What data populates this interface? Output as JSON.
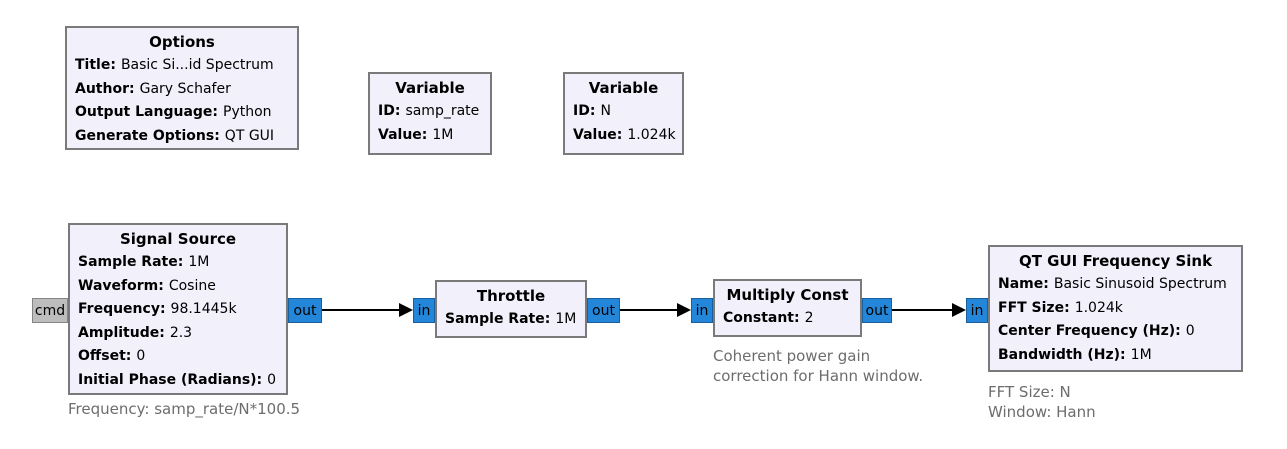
{
  "colors": {
    "canvas_bg": "#ffffff",
    "block_fill": "#f2f0fb",
    "block_border": "#7a7a7a",
    "stream_port_fill": "#2386d8",
    "stream_port_border": "#185f9e",
    "message_port_fill": "#bdbdbd",
    "message_port_border": "#858585",
    "wire_color": "#000000",
    "comment_text": "#6d6d6d"
  },
  "blocks": {
    "options": {
      "title": "Options",
      "params": [
        {
          "label": "Title:",
          "value": "Basic Si...id Spectrum"
        },
        {
          "label": "Author:",
          "value": "Gary Schafer"
        },
        {
          "label": "Output Language:",
          "value": "Python"
        },
        {
          "label": "Generate Options:",
          "value": "QT GUI"
        }
      ]
    },
    "var_samp_rate": {
      "title": "Variable",
      "params": [
        {
          "label": "ID:",
          "value": "samp_rate"
        },
        {
          "label": "Value:",
          "value": "1M"
        }
      ]
    },
    "var_n": {
      "title": "Variable",
      "params": [
        {
          "label": "ID:",
          "value": "N"
        },
        {
          "label": "Value:",
          "value": "1.024k"
        }
      ]
    },
    "signal_source": {
      "title": "Signal Source",
      "params": [
        {
          "label": "Sample Rate:",
          "value": "1M"
        },
        {
          "label": "Waveform:",
          "value": "Cosine"
        },
        {
          "label": "Frequency:",
          "value": "98.1445k"
        },
        {
          "label": "Amplitude:",
          "value": "2.3"
        },
        {
          "label": "Offset:",
          "value": "0"
        },
        {
          "label": "Initial Phase (Radians):",
          "value": "0"
        }
      ],
      "ports": {
        "cmd": "cmd",
        "out": "out"
      },
      "comment": "Frequency: samp_rate/N*100.5"
    },
    "throttle": {
      "title": "Throttle",
      "params": [
        {
          "label": "Sample Rate:",
          "value": "1M"
        }
      ],
      "ports": {
        "in": "in",
        "out": "out"
      }
    },
    "multiply_const": {
      "title": "Multiply Const",
      "params": [
        {
          "label": "Constant:",
          "value": "2"
        }
      ],
      "ports": {
        "in": "in",
        "out": "out"
      },
      "comment_lines": [
        "Coherent power gain",
        "correction for Hann window."
      ]
    },
    "freq_sink": {
      "title": "QT GUI Frequency Sink",
      "params": [
        {
          "label": "Name:",
          "value": "Basic Sinusoid Spectrum"
        },
        {
          "label": "FFT Size:",
          "value": "1.024k"
        },
        {
          "label": "Center Frequency (Hz):",
          "value": "0"
        },
        {
          "label": "Bandwidth (Hz):",
          "value": "1M"
        }
      ],
      "ports": {
        "in": "in"
      },
      "comment_lines": [
        "FFT Size: N",
        "Window: Hann"
      ]
    }
  }
}
